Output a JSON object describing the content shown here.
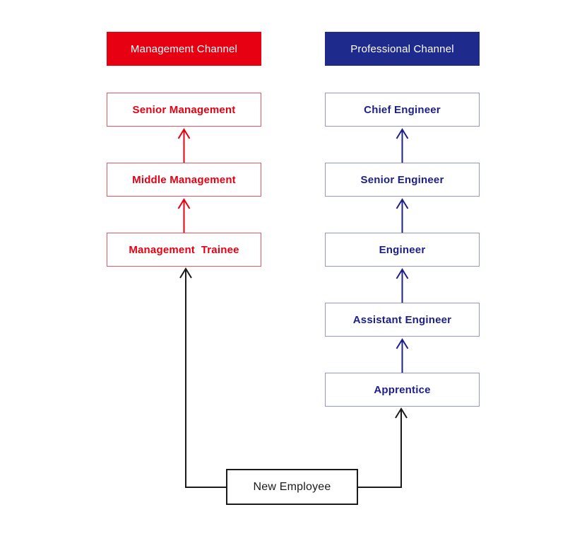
{
  "diagram": {
    "channels": [
      {
        "label": "Management Channel",
        "accent_color": "#e60012",
        "levels": [
          "Senior Management",
          "Middle Management",
          "Management  Trainee"
        ]
      },
      {
        "label": "Professional Channel",
        "accent_color": "#1f2a8d",
        "levels": [
          "Chief Engineer",
          "Senior Engineer",
          "Engineer",
          "Assistant Engineer",
          "Apprentice"
        ]
      }
    ],
    "entry": {
      "label": "New Employee"
    },
    "colors": {
      "management_red": "#e60012",
      "professional_navy": "#1f2a8d",
      "blue_text": "#1d2088",
      "blue_border": "#9598cb",
      "red_border": "#ee5560",
      "entry_black": "#1a1a1a",
      "background": "#ffffff"
    }
  }
}
